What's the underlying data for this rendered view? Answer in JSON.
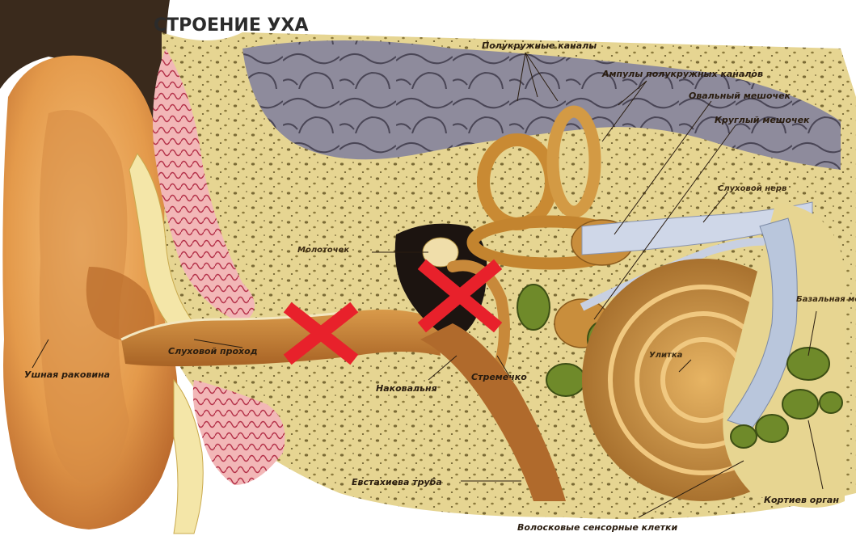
{
  "diagram": {
    "title": "СТРОЕНИЕ УХА",
    "labels": {
      "semicircular_canals": "Полукружные каналы",
      "ampullae": "Ампулы полукружных каналов",
      "utricle": "Овальный мешочек",
      "saccule": "Круглый мешочек",
      "auditory_nerve": "Слуховой нерв",
      "malleus": "Молоточек",
      "incus": "Наковальня",
      "stapes": "Стремечко",
      "ear_canal": "Слуховой проход",
      "auricle": "Ушная раковина",
      "cochlea": "Улитка",
      "basilar_membrane": "Базальная мембрана",
      "eustachian_tube": "Евстахиева труба",
      "organ_of_corti": "Кортиев орган",
      "hair_cells": "Волосковые сенсорные клетки"
    },
    "marks": {
      "cross_color": "#e8212b",
      "cross_count": 2
    },
    "colors": {
      "skin": "#e9a35a",
      "bone": "#e4d28e",
      "brain": "#8f8c9d",
      "cochlea": "#c98f3d",
      "canal": "#c8893a"
    }
  }
}
